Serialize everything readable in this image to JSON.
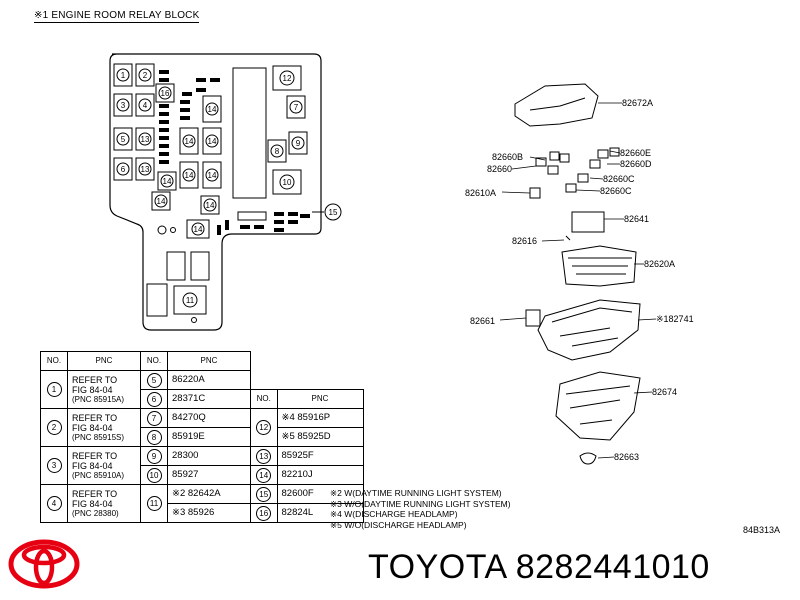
{
  "title": "※1 ENGINE ROOM RELAY BLOCK",
  "relay_block_labels": [
    "1",
    "2",
    "3",
    "4",
    "5",
    "6",
    "7",
    "8",
    "9",
    "10",
    "11",
    "12",
    "13",
    "14",
    "15",
    "16"
  ],
  "part_callouts": [
    {
      "id": "82672A"
    },
    {
      "id": "82660B"
    },
    {
      "id": "82660E"
    },
    {
      "id": "82660"
    },
    {
      "id": "82660D"
    },
    {
      "id": "82660C"
    },
    {
      "id": "82610A"
    },
    {
      "id": "82660C"
    },
    {
      "id": "82641"
    },
    {
      "id": "82616"
    },
    {
      "id": "82620A"
    },
    {
      "id": "82661"
    },
    {
      "id": "※182741"
    },
    {
      "id": "82674"
    },
    {
      "id": "82663"
    }
  ],
  "table": {
    "headers": {
      "no": "NO.",
      "pnc": "PNC"
    },
    "refs": [
      {
        "no": "1",
        "l1": "REFER TO",
        "l2": "FIG 84-04",
        "l3": "(PNC  85915A)"
      },
      {
        "no": "2",
        "l1": "REFER TO",
        "l2": "FIG 84-04",
        "l3": "(PNC  85915S)"
      },
      {
        "no": "3",
        "l1": "REFER TO",
        "l2": "FIG 84-04",
        "l3": "(PNC  85910A)"
      },
      {
        "no": "4",
        "l1": "REFER TO",
        "l2": "FIG 84-04",
        "l3": "(PNC  28380)"
      }
    ],
    "col2": [
      {
        "no": "5",
        "pnc": "86220A"
      },
      {
        "no": "6",
        "pnc": "28371C"
      },
      {
        "no": "7",
        "pnc": "84270Q"
      },
      {
        "no": "8",
        "pnc": "85919E"
      },
      {
        "no": "9",
        "pnc": "28300"
      },
      {
        "no": "10",
        "pnc": "85927"
      },
      {
        "no": "11",
        "pnc_a": "※2 82642A",
        "pnc_b": "※3 85926"
      }
    ],
    "col3": [
      {
        "no": "12",
        "pnc_a": "※4  85916P",
        "pnc_b": "※5  85925D"
      },
      {
        "no": "13",
        "pnc": "85925F"
      },
      {
        "no": "14",
        "pnc": "82210J"
      },
      {
        "no": "15",
        "pnc": "82600F"
      },
      {
        "no": "16",
        "pnc": "82824L"
      }
    ]
  },
  "notes": [
    "※2 W(DAYTIME RUNNING LIGHT SYSTEM)",
    "※3 W/O(DAYTIME RUNNING LIGHT SYSTEM)",
    "※4 W(DISCHARGE HEADLAMP)",
    "※5 W/O(DISCHARGE HEADLAMP)"
  ],
  "figure_code": "84B313A",
  "brand": "TOYOTA",
  "part_number": "8282441010",
  "icons": {
    "logo": "toyota-logo-icon"
  },
  "colors": {
    "logo_red": "#e60012",
    "ink": "#000000"
  }
}
